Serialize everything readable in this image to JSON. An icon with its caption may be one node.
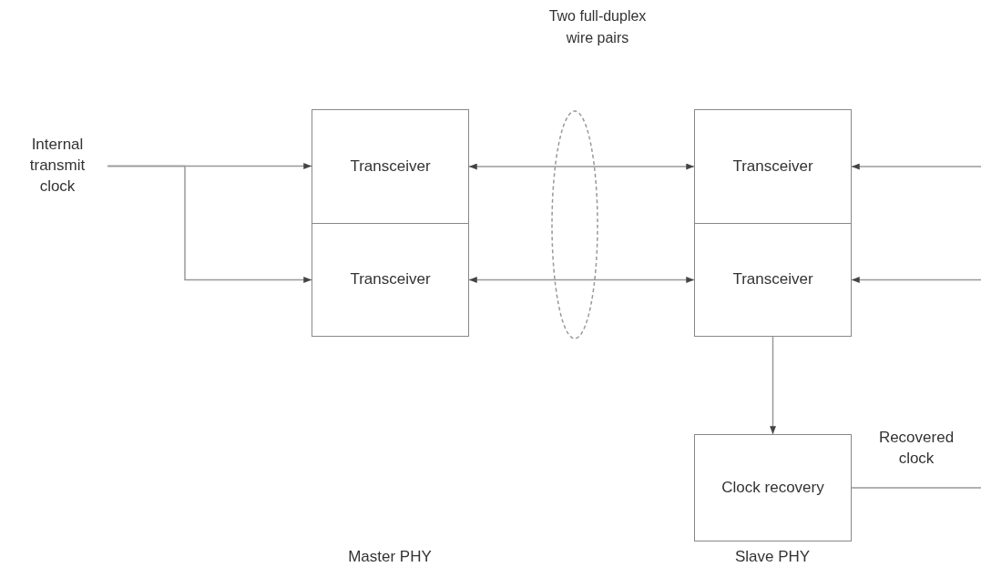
{
  "diagram": {
    "nodes": [
      {
        "text": [
          "Internal transmit clock"
        ]
      },
      {
        "text": [
          "Transceiver"
        ]
      },
      {
        "text": [
          "Transceiver"
        ]
      },
      {
        "text": [
          "Transceiver"
        ]
      },
      {
        "text": [
          "Transceiver"
        ]
      },
      {
        "text": [
          "Clock recovery"
        ]
      }
    ],
    "edges": [
      {
        "from": 0,
        "to": 1,
        "arrow": "to"
      },
      {
        "from": 0,
        "to": 2,
        "arrow": "to"
      },
      {
        "from": 1,
        "to": 3,
        "arrow": "both"
      },
      {
        "from": 2,
        "to": 4,
        "arrow": "both"
      },
      {
        "from": null,
        "to": 3,
        "arrow": "to"
      },
      {
        "from": null,
        "to": 4,
        "arrow": "to"
      },
      {
        "from": 4,
        "to": 5,
        "arrow": "to"
      },
      {
        "from": 5,
        "to": null,
        "arrow": "none",
        "label": "Recovered clock"
      }
    ],
    "labels": [
      "Two full-duplex wire pairs",
      "Master PHY",
      "Slave PHY"
    ]
  }
}
